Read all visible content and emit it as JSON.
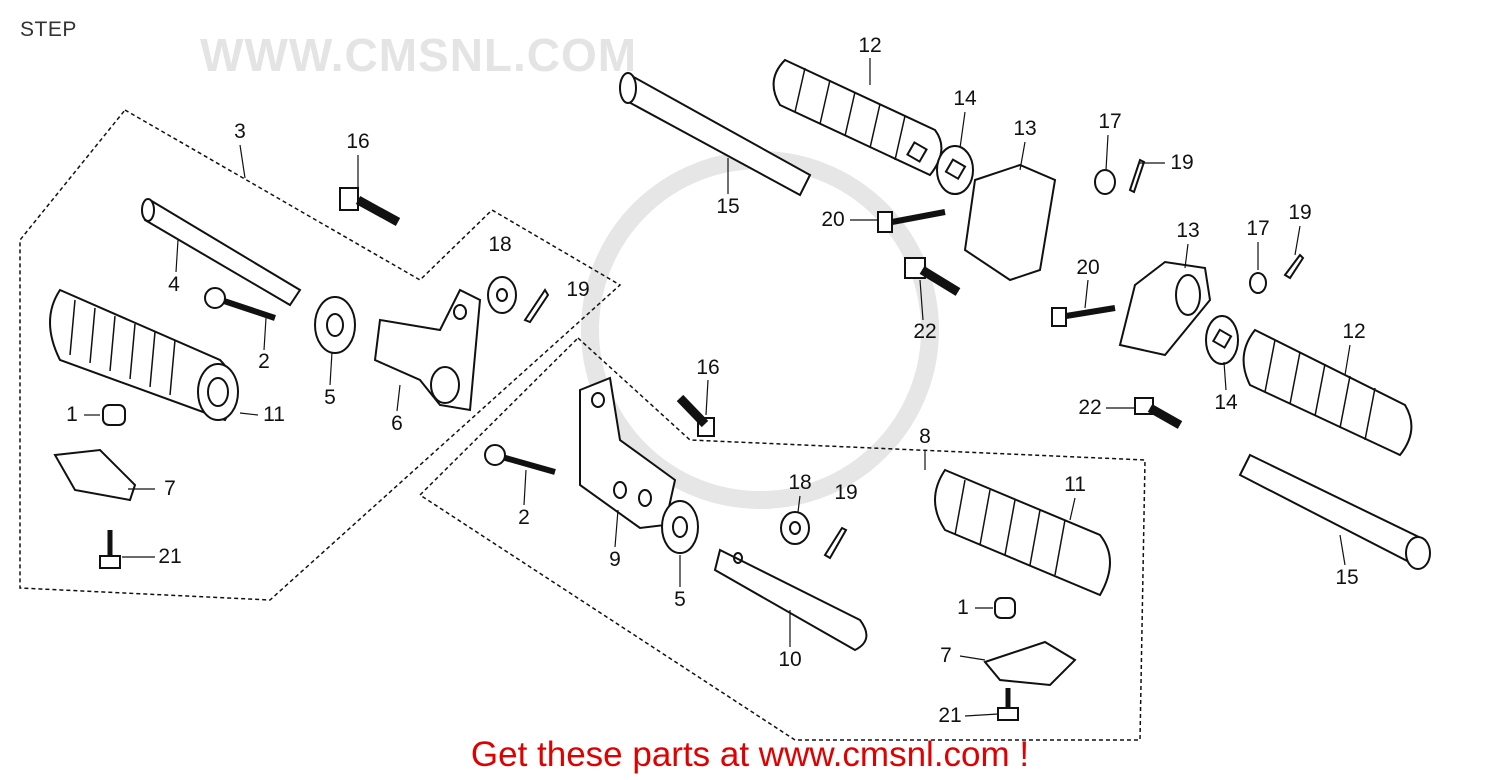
{
  "title": "STEP",
  "footer": "Get these parts at www.cmsnl.com !",
  "watermark": "WWW.CMSNL.COM",
  "labels": [
    "3",
    "16",
    "4",
    "2",
    "18",
    "19",
    "5",
    "6",
    "11",
    "1",
    "7",
    "21",
    "12",
    "14",
    "13",
    "17",
    "19",
    "15",
    "20",
    "22",
    "13",
    "17",
    "19",
    "20",
    "12",
    "14",
    "22",
    "15",
    "16",
    "8",
    "2",
    "18",
    "19",
    "11",
    "9",
    "5",
    "10",
    "1",
    "7",
    "21"
  ],
  "colors": {
    "footer": "#e00000",
    "line": "#111111"
  }
}
